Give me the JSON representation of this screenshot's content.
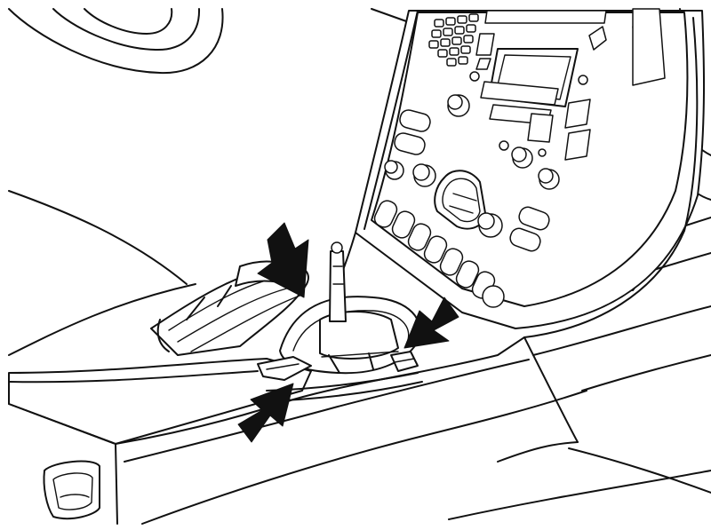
{
  "figure": {
    "kind": "line-art illustration",
    "colors": {
      "ink": "#111111",
      "paper": "#ffffff",
      "arrow": "#111111"
    },
    "arrows": [
      {
        "name": "top-left",
        "direction": "down-right"
      },
      {
        "name": "right",
        "direction": "down-left"
      },
      {
        "name": "bottom-left",
        "direction": "up-right"
      }
    ]
  }
}
